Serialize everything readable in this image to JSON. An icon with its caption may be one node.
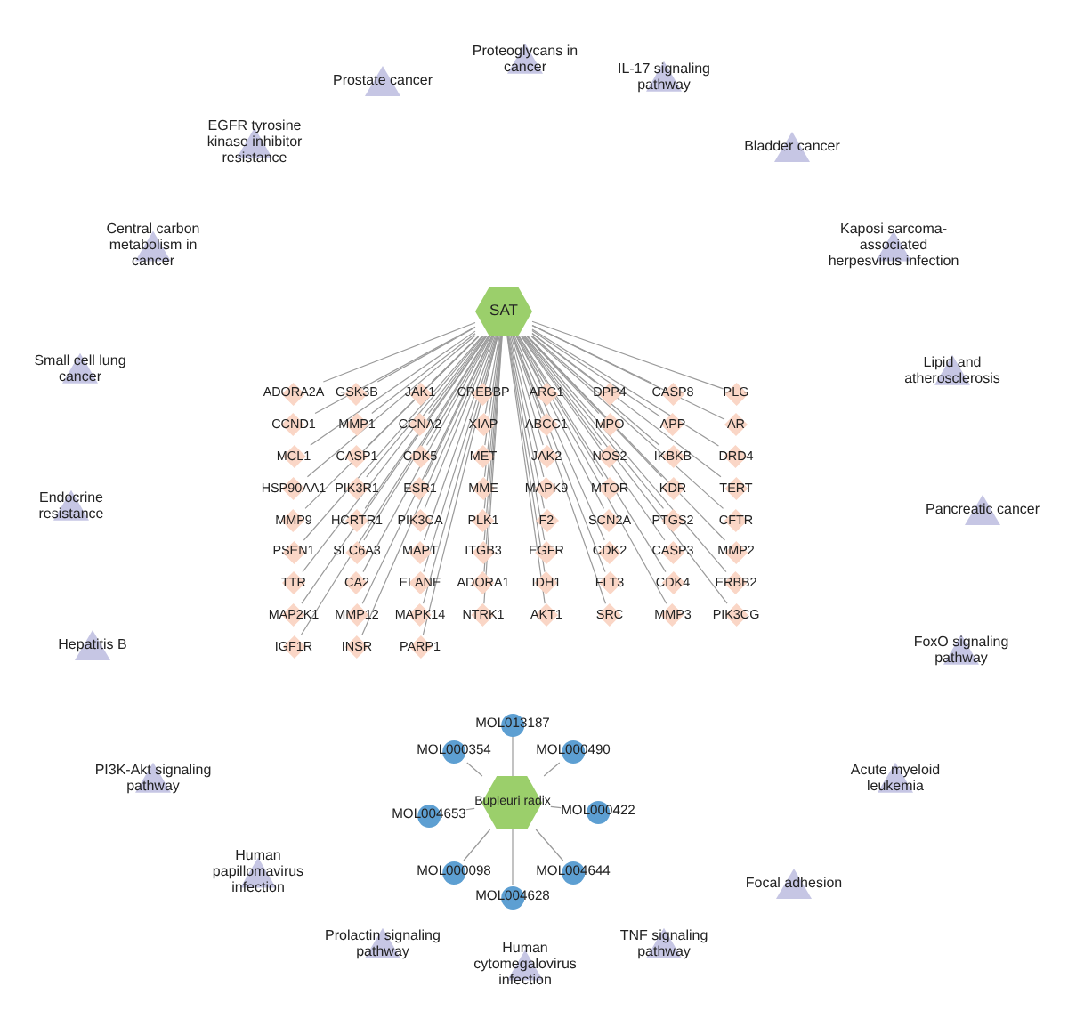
{
  "diagram": {
    "nodes": [
      {
        "text": [
          "Proteoglycans in cancer"
        ]
      },
      {
        "text": [
          "IL-17 signaling pathway"
        ]
      },
      {
        "text": [
          "Prostate cancer"
        ]
      },
      {
        "text": [
          "EGFR tyrosine kinase inhibitor resistance"
        ]
      },
      {
        "text": [
          "Bladder cancer"
        ]
      },
      {
        "text": [
          "Central carbon metabolism in cancer"
        ]
      },
      {
        "text": [
          "Kaposi sarcoma-associated herpesvirus infection"
        ]
      },
      {
        "text": [
          "Small cell lung cancer"
        ]
      },
      {
        "text": [
          "Lipid and atherosclerosis"
        ]
      },
      {
        "text": [
          "Endocrine resistance"
        ]
      },
      {
        "text": [
          "Pancreatic cancer"
        ]
      },
      {
        "text": [
          "Hepatitis B"
        ]
      },
      {
        "text": [
          "FoxO signaling pathway"
        ]
      },
      {
        "text": [
          "PI3K-Akt signaling pathway"
        ]
      },
      {
        "text": [
          "Acute myeloid leukemia"
        ]
      },
      {
        "text": [
          "Human papillomavirus infection"
        ]
      },
      {
        "text": [
          "Focal adhesion"
        ]
      },
      {
        "text": [
          "Prolactin signaling pathway"
        ]
      },
      {
        "text": [
          "TNF signaling pathway"
        ]
      },
      {
        "text": [
          "Human cytomegalovirus infection"
        ]
      },
      {
        "text": [
          "SAT"
        ]
      },
      {
        "text": [
          "ADORA2A"
        ]
      },
      {
        "text": [
          "GSK3B"
        ]
      },
      {
        "text": [
          "JAK1"
        ]
      },
      {
        "text": [
          "CREBBP"
        ]
      },
      {
        "text": [
          "ARG1"
        ]
      },
      {
        "text": [
          "DPP4"
        ]
      },
      {
        "text": [
          "CASP8"
        ]
      },
      {
        "text": [
          "PLG"
        ]
      },
      {
        "text": [
          "CCND1"
        ]
      },
      {
        "text": [
          "MMP1"
        ]
      },
      {
        "text": [
          "CCNA2"
        ]
      },
      {
        "text": [
          "XIAP"
        ]
      },
      {
        "text": [
          "ABCC1"
        ]
      },
      {
        "text": [
          "MPO"
        ]
      },
      {
        "text": [
          "APP"
        ]
      },
      {
        "text": [
          "AR"
        ]
      },
      {
        "text": [
          "MCL1"
        ]
      },
      {
        "text": [
          "CASP1"
        ]
      },
      {
        "text": [
          "CDK5"
        ]
      },
      {
        "text": [
          "MET"
        ]
      },
      {
        "text": [
          "JAK2"
        ]
      },
      {
        "text": [
          "NOS2"
        ]
      },
      {
        "text": [
          "IKBKB"
        ]
      },
      {
        "text": [
          "DRD4"
        ]
      },
      {
        "text": [
          "HSP90AA1"
        ]
      },
      {
        "text": [
          "PIK3R1"
        ]
      },
      {
        "text": [
          "ESR1"
        ]
      },
      {
        "text": [
          "MME"
        ]
      },
      {
        "text": [
          "MAPK9"
        ]
      },
      {
        "text": [
          "MTOR"
        ]
      },
      {
        "text": [
          "KDR"
        ]
      },
      {
        "text": [
          "TERT"
        ]
      },
      {
        "text": [
          "MMP9"
        ]
      },
      {
        "text": [
          "HCRTR1"
        ]
      },
      {
        "text": [
          "PIK3CA"
        ]
      },
      {
        "text": [
          "PLK1"
        ]
      },
      {
        "text": [
          "F2"
        ]
      },
      {
        "text": [
          "SCN2A"
        ]
      },
      {
        "text": [
          "PTGS2"
        ]
      },
      {
        "text": [
          "CFTR"
        ]
      },
      {
        "text": [
          "PSEN1"
        ]
      },
      {
        "text": [
          "SLC6A3"
        ]
      },
      {
        "text": [
          "MAPT"
        ]
      },
      {
        "text": [
          "ITGB3"
        ]
      },
      {
        "text": [
          "EGFR"
        ]
      },
      {
        "text": [
          "CDK2"
        ]
      },
      {
        "text": [
          "CASP3"
        ]
      },
      {
        "text": [
          "MMP2"
        ]
      },
      {
        "text": [
          "TTR"
        ]
      },
      {
        "text": [
          "CA2"
        ]
      },
      {
        "text": [
          "ELANE"
        ]
      },
      {
        "text": [
          "ADORA1"
        ]
      },
      {
        "text": [
          "IDH1"
        ]
      },
      {
        "text": [
          "FLT3"
        ]
      },
      {
        "text": [
          "CDK4"
        ]
      },
      {
        "text": [
          "ERBB2"
        ]
      },
      {
        "text": [
          "MAP2K1"
        ]
      },
      {
        "text": [
          "MMP12"
        ]
      },
      {
        "text": [
          "MAPK14"
        ]
      },
      {
        "text": [
          "NTRK1"
        ]
      },
      {
        "text": [
          "AKT1"
        ]
      },
      {
        "text": [
          "SRC"
        ]
      },
      {
        "text": [
          "MMP3"
        ]
      },
      {
        "text": [
          "PIK3CG"
        ]
      },
      {
        "text": [
          "IGF1R"
        ]
      },
      {
        "text": [
          "INSR"
        ]
      },
      {
        "text": [
          "PARP1"
        ]
      },
      {
        "text": [
          "Bupleuri radix"
        ]
      },
      {
        "text": [
          "MOL013187"
        ]
      },
      {
        "text": [
          "MOL000354"
        ]
      },
      {
        "text": [
          "MOL000490"
        ]
      },
      {
        "text": [
          "MOL004653"
        ]
      },
      {
        "text": [
          "MOL000422"
        ]
      },
      {
        "text": [
          "MOL000098"
        ]
      },
      {
        "text": [
          "MOL004644"
        ]
      },
      {
        "text": [
          "MOL004628"
        ]
      }
    ],
    "edges": [
      {
        "from": 20,
        "to": 21,
        "arrow": "none"
      },
      {
        "from": 20,
        "to": 22,
        "arrow": "none"
      },
      {
        "from": 20,
        "to": 23,
        "arrow": "none"
      },
      {
        "from": 20,
        "to": 24,
        "arrow": "none"
      },
      {
        "from": 20,
        "to": 25,
        "arrow": "none"
      },
      {
        "from": 20,
        "to": 26,
        "arrow": "none"
      },
      {
        "from": 20,
        "to": 27,
        "arrow": "none"
      },
      {
        "from": 20,
        "to": 28,
        "arrow": "none"
      },
      {
        "from": 20,
        "to": 29,
        "arrow": "none"
      },
      {
        "from": 20,
        "to": 30,
        "arrow": "none"
      },
      {
        "from": 20,
        "to": 31,
        "arrow": "none"
      },
      {
        "from": 20,
        "to": 32,
        "arrow": "none"
      },
      {
        "from": 20,
        "to": 33,
        "arrow": "none"
      },
      {
        "from": 20,
        "to": 34,
        "arrow": "none"
      },
      {
        "from": 20,
        "to": 35,
        "arrow": "none"
      },
      {
        "from": 20,
        "to": 36,
        "arrow": "none"
      },
      {
        "from": 20,
        "to": 37,
        "arrow": "none"
      },
      {
        "from": 20,
        "to": 38,
        "arrow": "none"
      },
      {
        "from": 20,
        "to": 39,
        "arrow": "none"
      },
      {
        "from": 20,
        "to": 40,
        "arrow": "none"
      },
      {
        "from": 20,
        "to": 41,
        "arrow": "none"
      },
      {
        "from": 20,
        "to": 42,
        "arrow": "none"
      },
      {
        "from": 20,
        "to": 43,
        "arrow": "none"
      },
      {
        "from": 20,
        "to": 44,
        "arrow": "none"
      },
      {
        "from": 20,
        "to": 45,
        "arrow": "none"
      },
      {
        "from": 20,
        "to": 46,
        "arrow": "none"
      },
      {
        "from": 20,
        "to": 47,
        "arrow": "none"
      },
      {
        "from": 20,
        "to": 48,
        "arrow": "none"
      },
      {
        "from": 20,
        "to": 49,
        "arrow": "none"
      },
      {
        "from": 20,
        "to": 50,
        "arrow": "none"
      },
      {
        "from": 20,
        "to": 51,
        "arrow": "none"
      },
      {
        "from": 20,
        "to": 52,
        "arrow": "none"
      },
      {
        "from": 20,
        "to": 53,
        "arrow": "none"
      },
      {
        "from": 20,
        "to": 54,
        "arrow": "none"
      },
      {
        "from": 20,
        "to": 55,
        "arrow": "none"
      },
      {
        "from": 20,
        "to": 56,
        "arrow": "none"
      },
      {
        "from": 20,
        "to": 57,
        "arrow": "none"
      },
      {
        "from": 20,
        "to": 58,
        "arrow": "none"
      },
      {
        "from": 20,
        "to": 59,
        "arrow": "none"
      },
      {
        "from": 20,
        "to": 60,
        "arrow": "none"
      },
      {
        "from": 20,
        "to": 61,
        "arrow": "none"
      },
      {
        "from": 20,
        "to": 62,
        "arrow": "none"
      },
      {
        "from": 20,
        "to": 63,
        "arrow": "none"
      },
      {
        "from": 20,
        "to": 64,
        "arrow": "none"
      },
      {
        "from": 20,
        "to": 65,
        "arrow": "none"
      },
      {
        "from": 20,
        "to": 66,
        "arrow": "none"
      },
      {
        "from": 20,
        "to": 67,
        "arrow": "none"
      },
      {
        "from": 20,
        "to": 68,
        "arrow": "none"
      },
      {
        "from": 20,
        "to": 69,
        "arrow": "none"
      },
      {
        "from": 20,
        "to": 70,
        "arrow": "none"
      },
      {
        "from": 20,
        "to": 71,
        "arrow": "none"
      },
      {
        "from": 20,
        "to": 72,
        "arrow": "none"
      },
      {
        "from": 20,
        "to": 73,
        "arrow": "none"
      },
      {
        "from": 20,
        "to": 74,
        "arrow": "none"
      },
      {
        "from": 20,
        "to": 75,
        "arrow": "none"
      },
      {
        "from": 20,
        "to": 76,
        "arrow": "none"
      },
      {
        "from": 20,
        "to": 77,
        "arrow": "none"
      },
      {
        "from": 20,
        "to": 78,
        "arrow": "none"
      },
      {
        "from": 20,
        "to": 79,
        "arrow": "none"
      },
      {
        "from": 20,
        "to": 80,
        "arrow": "none"
      },
      {
        "from": 20,
        "to": 81,
        "arrow": "none"
      },
      {
        "from": 20,
        "to": 82,
        "arrow": "none"
      },
      {
        "from": 20,
        "to": 83,
        "arrow": "none"
      },
      {
        "from": 20,
        "to": 84,
        "arrow": "none"
      },
      {
        "from": 20,
        "to": 85,
        "arrow": "none"
      },
      {
        "from": 20,
        "to": 86,
        "arrow": "none"
      },
      {
        "from": 20,
        "to": 87,
        "arrow": "none"
      },
      {
        "from": 88,
        "to": 89,
        "arrow": "none"
      },
      {
        "from": 88,
        "to": 90,
        "arrow": "none"
      },
      {
        "from": 88,
        "to": 91,
        "arrow": "none"
      },
      {
        "from": 88,
        "to": 92,
        "arrow": "none"
      },
      {
        "from": 88,
        "to": 93,
        "arrow": "none"
      },
      {
        "from": 88,
        "to": 94,
        "arrow": "none"
      },
      {
        "from": 88,
        "to": 95,
        "arrow": "none"
      },
      {
        "from": 88,
        "to": 96,
        "arrow": "none"
      }
    ]
  }
}
